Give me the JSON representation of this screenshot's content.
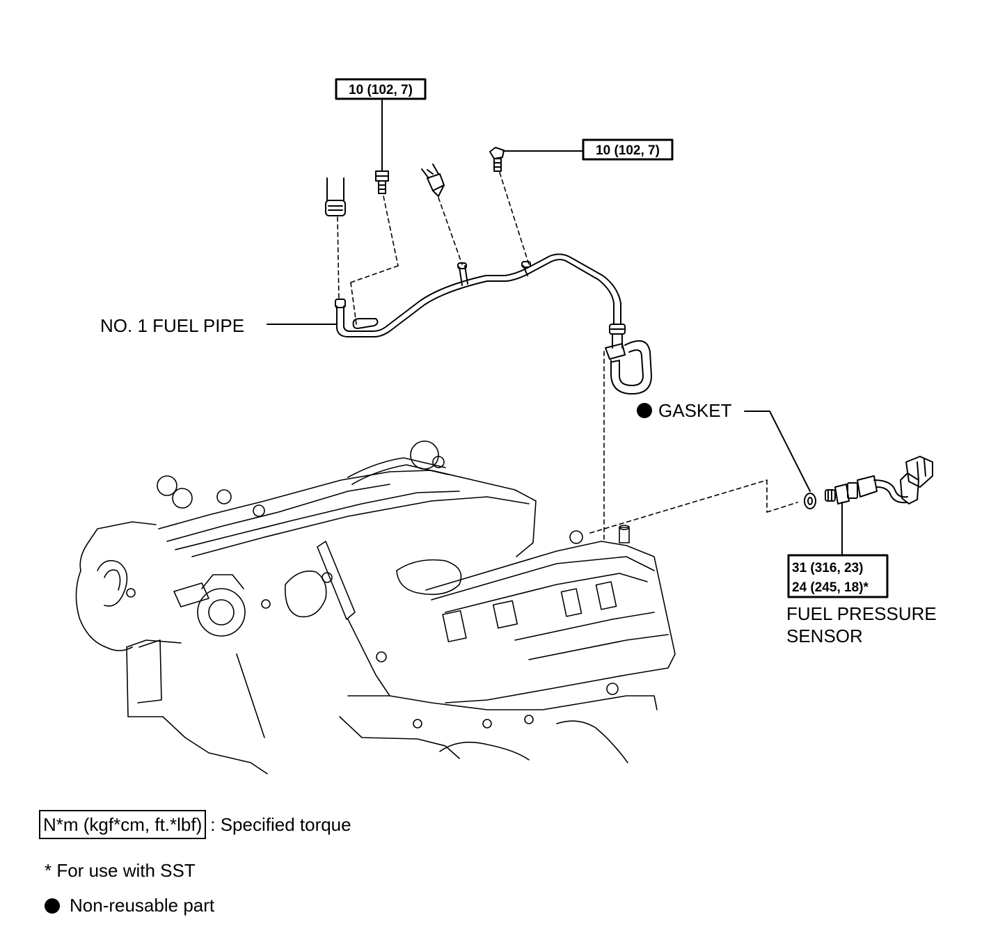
{
  "torque_labels": {
    "top_bolt": "10 (102, 7)",
    "right_bolt": "10 (102, 7)",
    "sensor_line1": "31 (316, 23)",
    "sensor_line2": "24 (245, 18)*"
  },
  "part_labels": {
    "fuel_pipe": "NO. 1 FUEL PIPE",
    "gasket": "GASKET",
    "sensor_line1": "FUEL PRESSURE",
    "sensor_line2": "SENSOR"
  },
  "legend": {
    "unit": "N*m (kgf*cm, ft.*lbf)",
    "unit_desc": ": Specified torque",
    "sst_note": "* For use with SST",
    "non_reusable": "Non-reusable part"
  }
}
